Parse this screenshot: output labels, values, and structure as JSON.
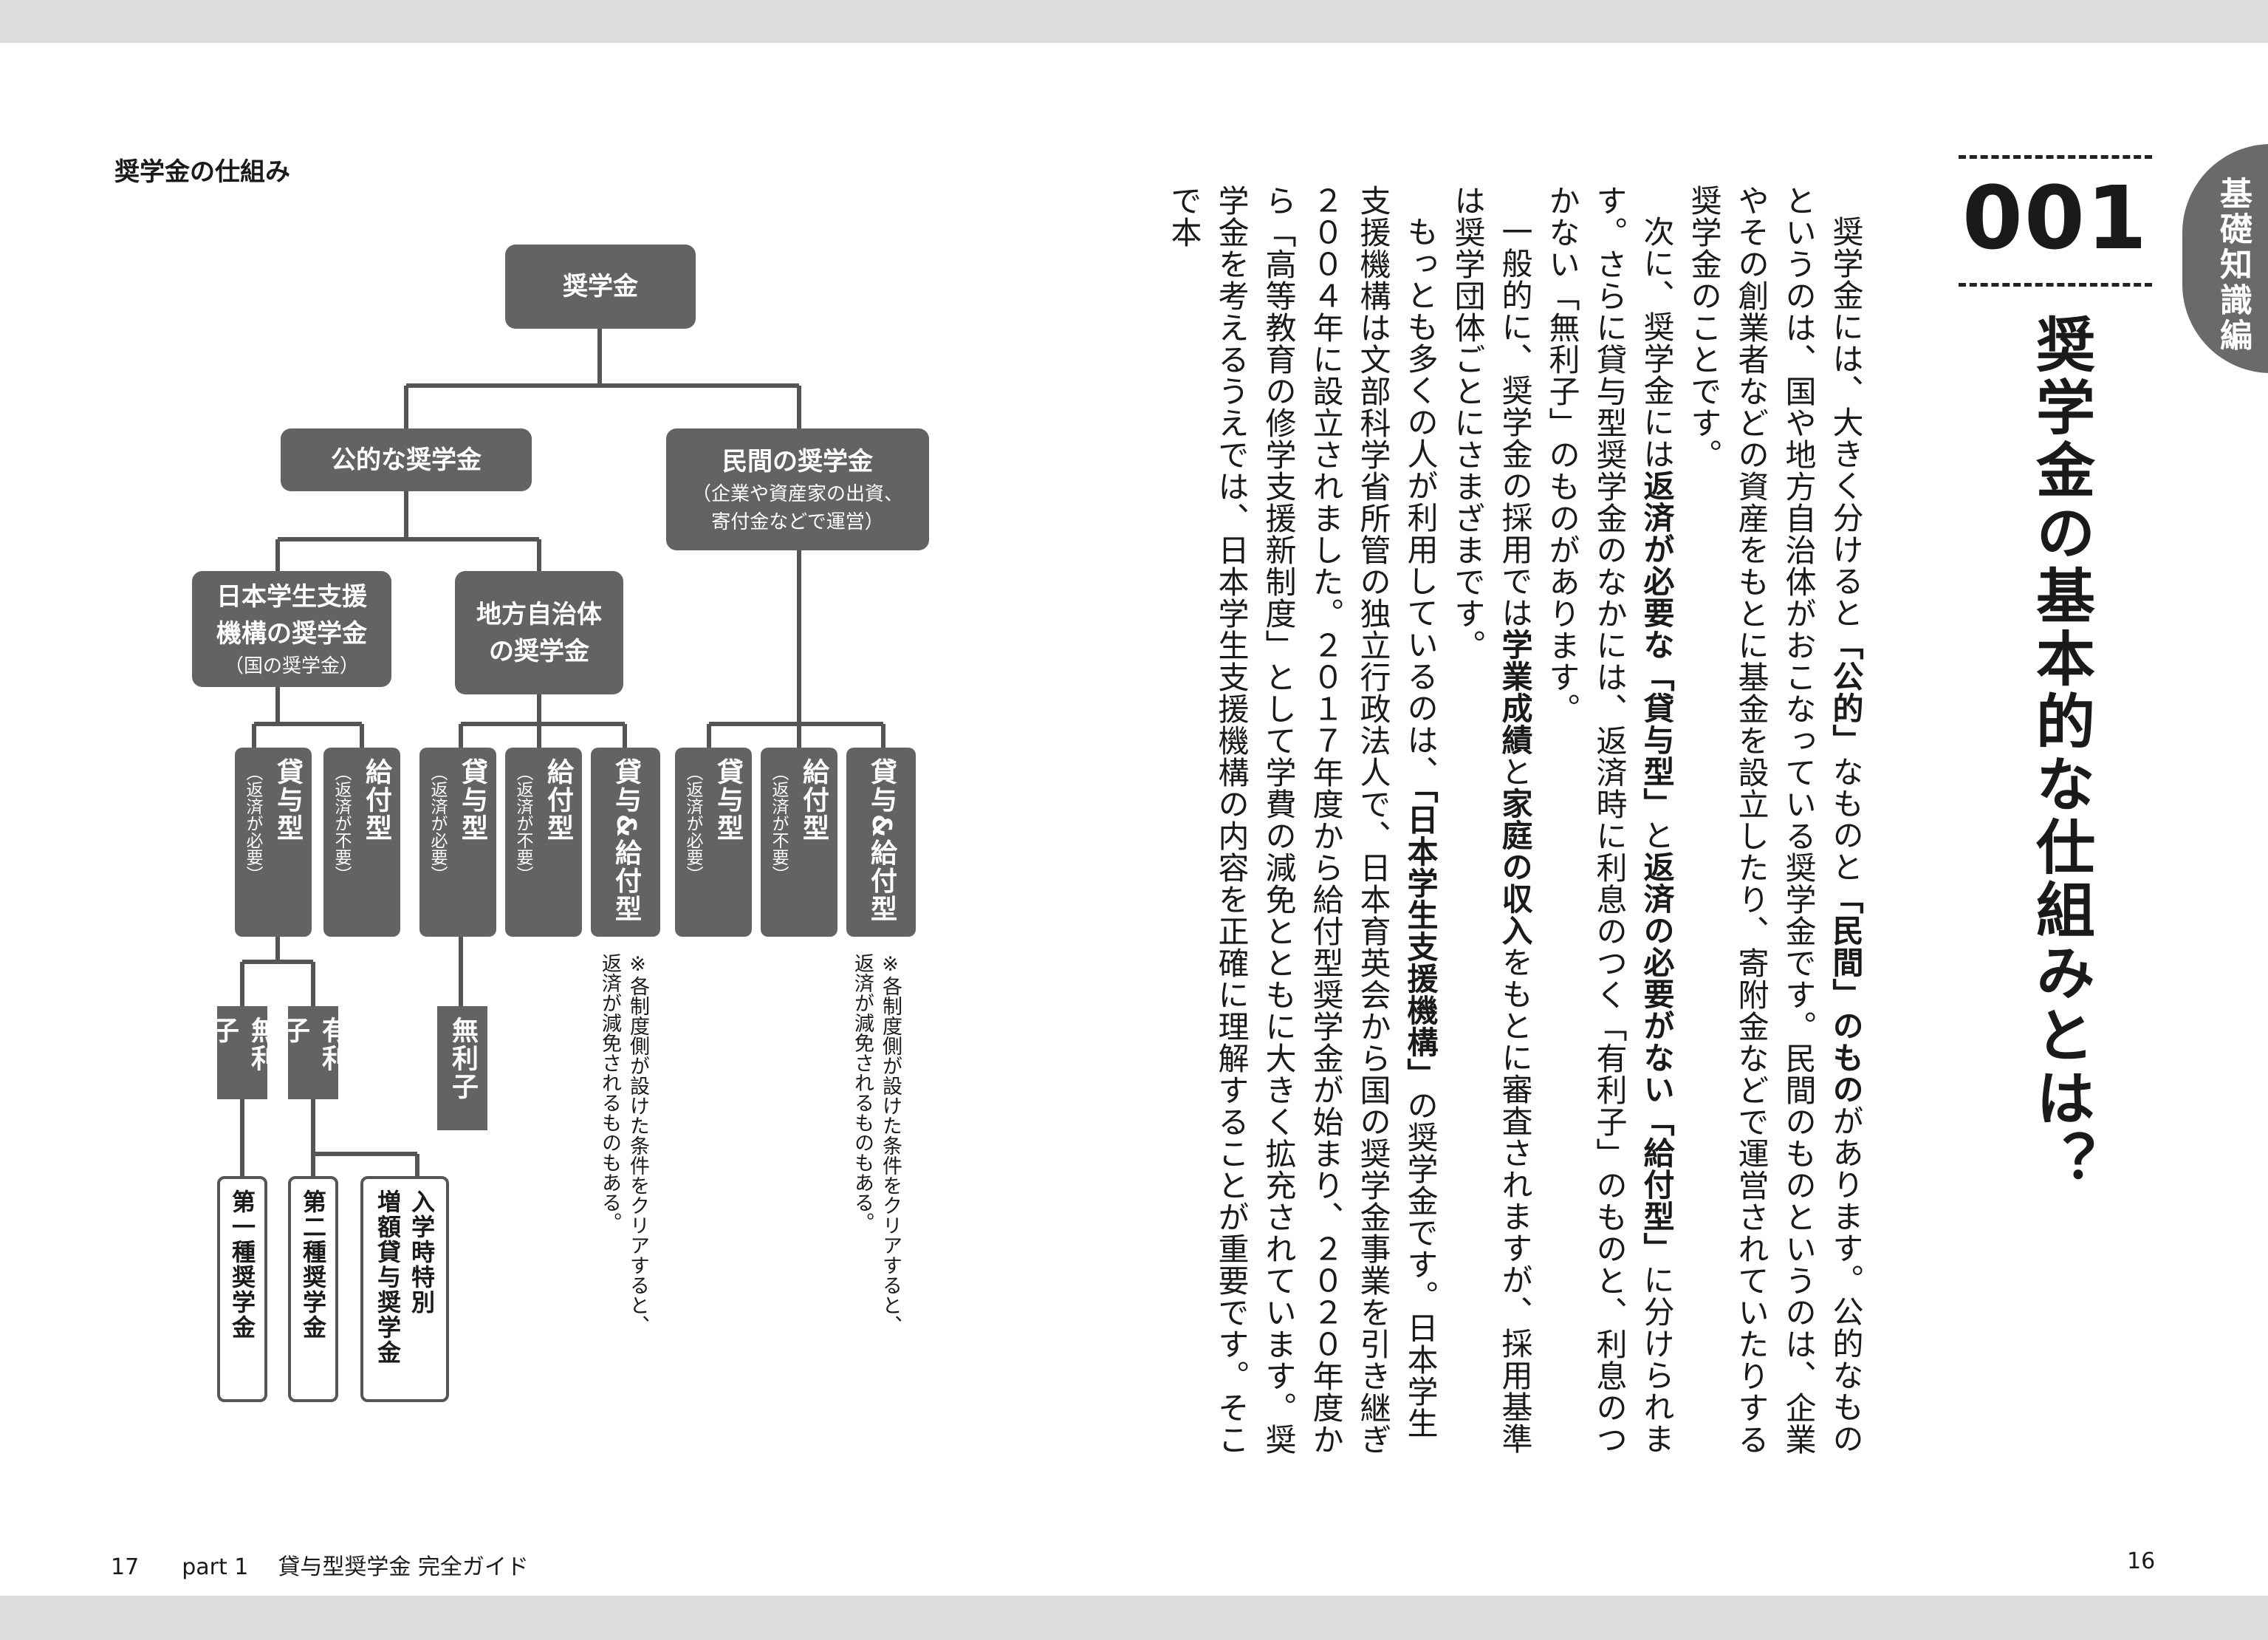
{
  "header": {
    "category": "基礎知識編",
    "number": "001",
    "title": "奨学金の基本的な仕組みとは？"
  },
  "diagram": {
    "caption": "奨学金の仕組み",
    "root": "奨学金",
    "public": "公的な奨学金",
    "private": {
      "title": "民間の奨学金",
      "sub1": "（企業や資産家の出資、",
      "sub2": "寄付金などで運営）"
    },
    "jasso": {
      "line1": "日本学生支援",
      "line2": "機構の奨学金",
      "sub": "（国の奨学金）"
    },
    "local": {
      "line1": "地方自治体",
      "line2": "の奨学金"
    },
    "loan": "貸与型",
    "loan_sub": "（返済が必要）",
    "grant": "給付型",
    "grant_sub": "（返済が不要）",
    "mixed": "貸与&給付型",
    "no_interest": "無利子",
    "interest": "有利子",
    "type1": "第一種奨学金",
    "type2": "第二種奨学金",
    "special_1": "入学時特別",
    "special_2": "増額貸与奨学金",
    "note": "※各制度側が設けた条件をクリアすると、返済が減免されるものもある。"
  },
  "body": {
    "p1": [
      {
        "t": "奨学金には、大きく分けると"
      },
      {
        "t": "「公的」",
        "b": true
      },
      {
        "t": "なものと"
      },
      {
        "t": "「民間」",
        "b": true
      },
      {
        "t": "のもの",
        "b": true
      },
      {
        "t": "があります。公的なものというのは、国や地方自治体がおこなっている奨学金です。民間のものというのは、企業やその創業者などの資産をもとに基金を設立したり、寄附金などで運営されていたりする奨学金のことです。"
      }
    ],
    "p2": [
      {
        "t": "次に、奨学金には"
      },
      {
        "t": "返済が必要な「貸与型」",
        "b": true
      },
      {
        "t": "と"
      },
      {
        "t": "返済の必要がない「給付型」",
        "b": true
      },
      {
        "t": "に分けられます。さらに貸与型奨学金のなかには、返済時に利息のつく「有利子」のものと、利息のつかない「無利子」のものがあります。"
      }
    ],
    "p3": [
      {
        "t": "一般的に、奨学金の採用では"
      },
      {
        "t": "学業成績",
        "b": true
      },
      {
        "t": "と"
      },
      {
        "t": "家庭の収入",
        "b": true
      },
      {
        "t": "をもとに審査されますが、採用基準は奨学団体ごとにさまざまです。"
      }
    ],
    "p4": [
      {
        "t": "もっとも多くの人が利用しているのは、"
      },
      {
        "t": "「日本学生支援機構」",
        "b": true
      },
      {
        "t": "の奨学金です。日本学生支援機構は文部科学省所管の独立行政法人で、日本育英会から国の奨学金事業を引き継ぎ２００４年に設立されました。２０１７年度から給付型奨学金が始まり、２０２０年度から「高等教育の修学支援新制度」として学費の減免とともに大きく拡充されています。奨学金を考えるうえでは、日本学生支援機構の内容を正確に理解することが重要です。そこで本"
      }
    ]
  },
  "footer": {
    "left_page": "17",
    "part": "part 1",
    "book_title": "貸与型奨学金 完全ガイド",
    "right_page": "16"
  }
}
